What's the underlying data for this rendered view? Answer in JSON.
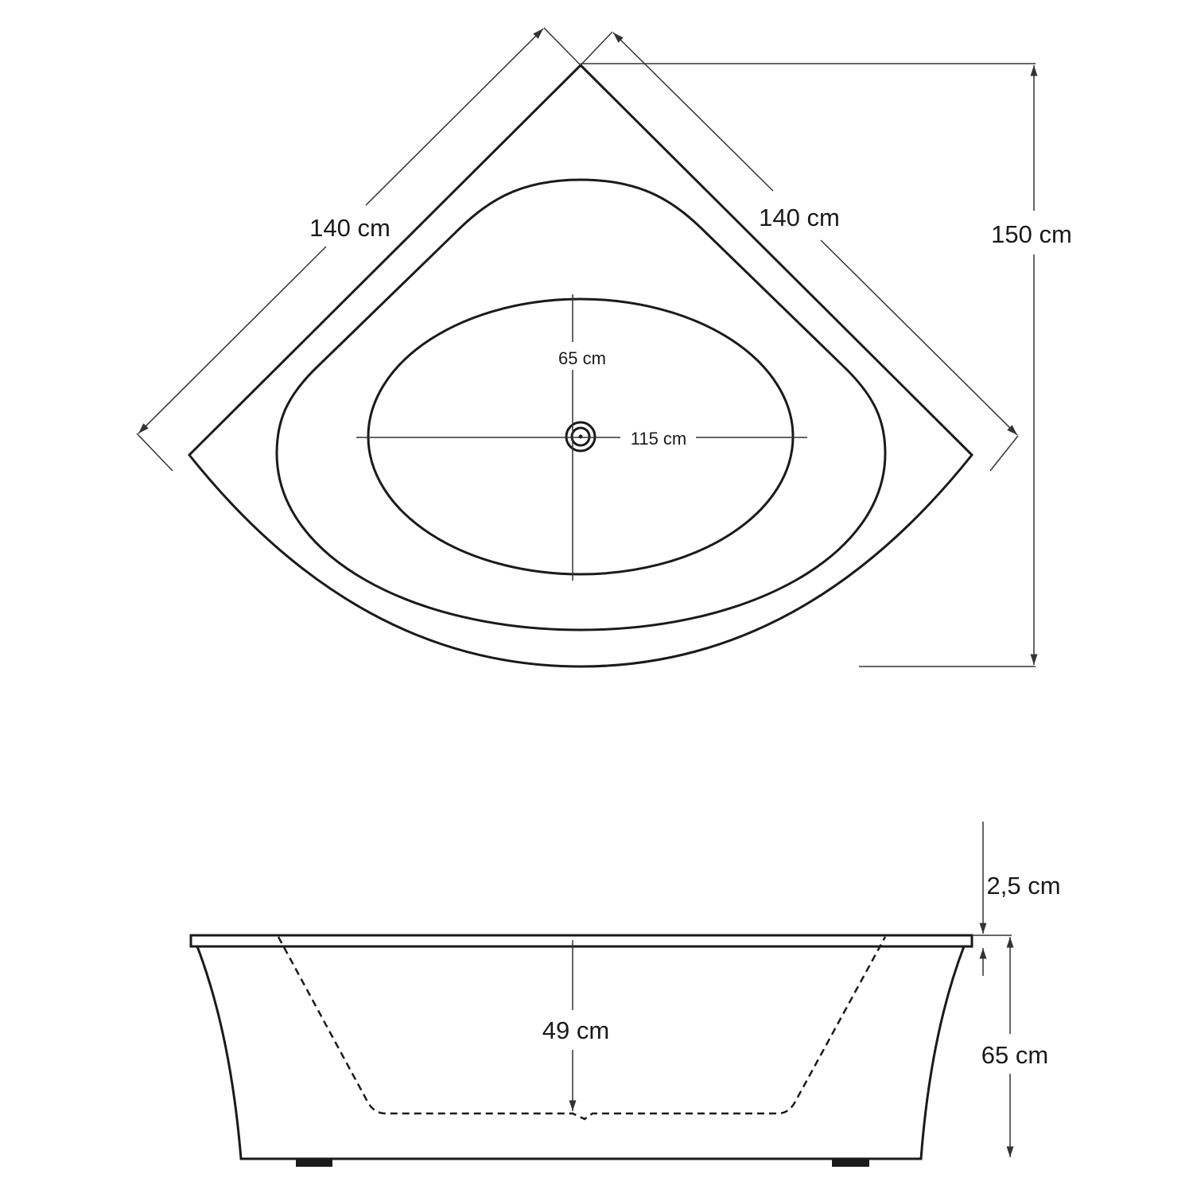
{
  "top_view": {
    "side_left": "140 cm",
    "side_right": "140 cm",
    "depth_total": "150 cm",
    "basin_width": "115 cm",
    "basin_depth": "65 cm"
  },
  "side_view": {
    "rim_thickness": "2,5 cm",
    "inner_depth": "49 cm",
    "total_height": "65 cm"
  }
}
